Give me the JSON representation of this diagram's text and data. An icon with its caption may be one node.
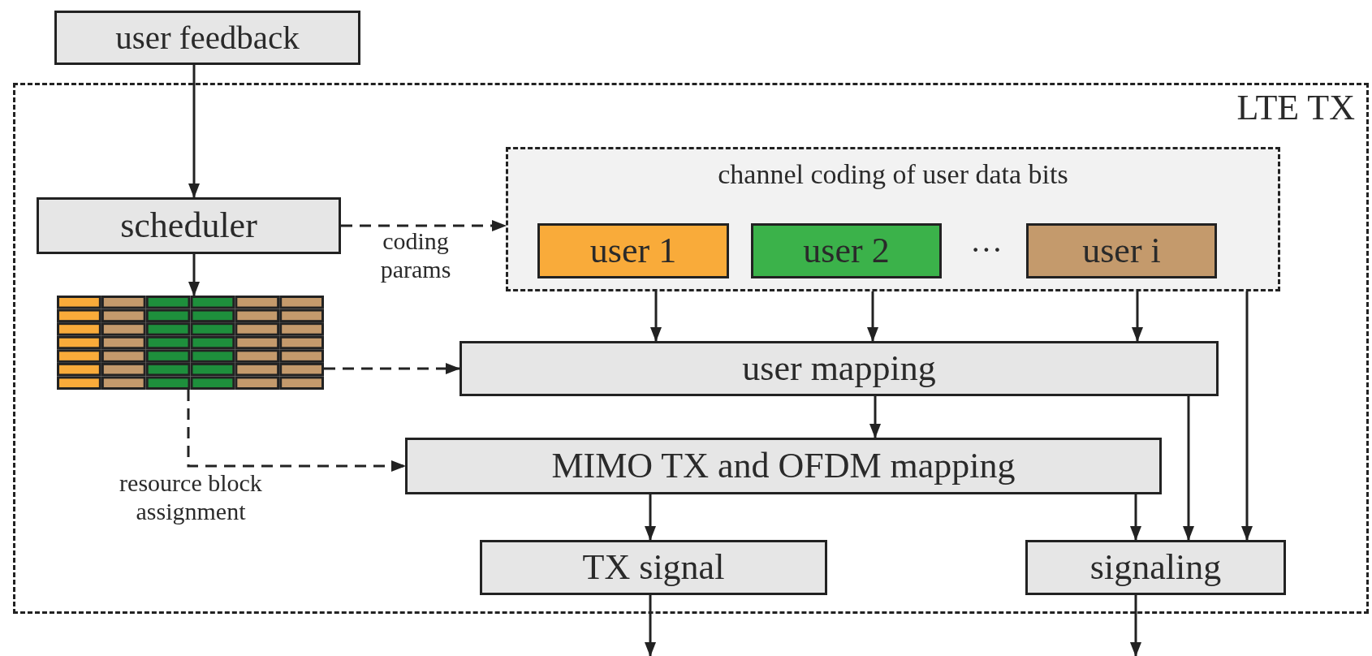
{
  "diagram": {
    "nodes": [
      {
        "text": [
          "user feedback"
        ]
      },
      {
        "text": [
          "LTE TX"
        ]
      },
      {
        "text": [
          "scheduler"
        ],
        "in": 1
      },
      {
        "text": [],
        "shape": "grid",
        "in": 1
      },
      {
        "text": [
          "channel coding of user data bits"
        ],
        "in": 1
      },
      {
        "text": [
          "user 1"
        ],
        "in": 4
      },
      {
        "text": [
          "user 2"
        ],
        "in": 4
      },
      {
        "text": [
          "user i"
        ],
        "in": 4
      },
      {
        "text": [
          "user mapping"
        ],
        "in": 1
      },
      {
        "text": [
          "MIMO TX and OFDM mapping"
        ],
        "in": 1
      },
      {
        "text": [
          "TX signal"
        ],
        "in": 1
      },
      {
        "text": [
          "signaling"
        ],
        "in": 1
      }
    ],
    "edges": [
      {
        "from": 0,
        "to": 2,
        "arrow": "to"
      },
      {
        "from": 2,
        "to": 3,
        "arrow": "to"
      },
      {
        "from": 2,
        "to": 4,
        "arrow": "to",
        "style": "dashed",
        "label": "coding params"
      },
      {
        "from": 3,
        "to": 8,
        "arrow": "to",
        "style": "dashed"
      },
      {
        "from": 3,
        "to": 9,
        "arrow": "to",
        "style": "dashed",
        "label": "resource block assignment"
      },
      {
        "from": 4,
        "to": 8,
        "arrow": "to"
      },
      {
        "from": 4,
        "to": 8,
        "arrow": "to"
      },
      {
        "from": 4,
        "to": 8,
        "arrow": "to"
      },
      {
        "from": 4,
        "to": 11,
        "arrow": "to"
      },
      {
        "from": 8,
        "to": 9,
        "arrow": "to"
      },
      {
        "from": 8,
        "to": 11,
        "arrow": "to"
      },
      {
        "from": 9,
        "to": 10,
        "arrow": "to"
      },
      {
        "from": 9,
        "to": 11,
        "arrow": "to"
      },
      {
        "from": 10,
        "to": null,
        "arrow": "to"
      },
      {
        "from": 11,
        "to": null,
        "arrow": "to"
      }
    ],
    "labels": [
      "···"
    ]
  }
}
